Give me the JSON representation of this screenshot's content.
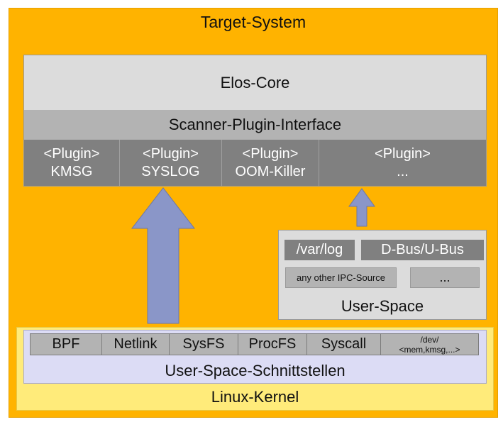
{
  "target_system": {
    "title": "Target-System"
  },
  "elos_core": {
    "label": "Elos-Core"
  },
  "scanner_plugin_interface": {
    "label": "Scanner-Plugin-Interface"
  },
  "plugins": [
    {
      "line1": "<Plugin>",
      "line2": "KMSG"
    },
    {
      "line1": "<Plugin>",
      "line2": "SYSLOG"
    },
    {
      "line1": "<Plugin>",
      "line2": "OOM-Killer"
    },
    {
      "line1": "<Plugin>",
      "line2": "..."
    }
  ],
  "user_space": {
    "label": "User-Space",
    "var_log": "/var/log",
    "dbus": "D-Bus/U-Bus",
    "ipc": "any other IPC-Source",
    "more": "..."
  },
  "interfaces": [
    {
      "label": "BPF"
    },
    {
      "label": "Netlink"
    },
    {
      "label": "SysFS"
    },
    {
      "label": "ProcFS"
    },
    {
      "label": "Syscall"
    },
    {
      "line1": "/dev/",
      "line2": "<mem,kmsg,...>"
    }
  ],
  "user_space_interfaces": {
    "label": "User-Space-Schnittstellen"
  },
  "linux_kernel": {
    "label": "Linux-Kernel"
  },
  "colors": {
    "target_bg": "#ffb300",
    "core_bg": "#dcdcdc",
    "interface_bg": "#b3b3b3",
    "plugin_bg": "#808080",
    "arrow": "#8a96c8",
    "kernel_bg": "#ffeb7a",
    "iface_panel_bg": "#dcdcf5"
  }
}
